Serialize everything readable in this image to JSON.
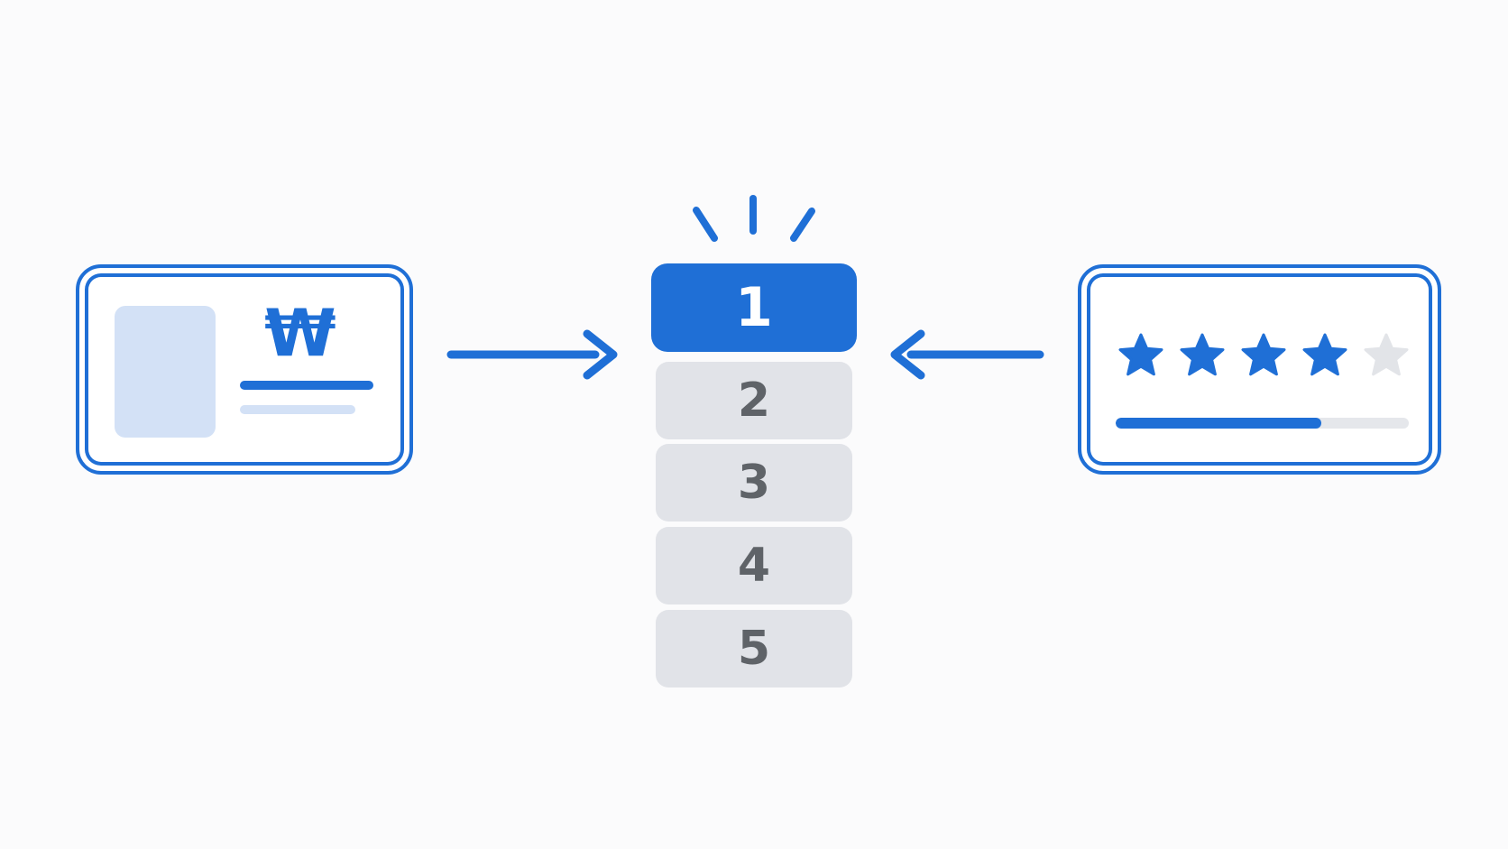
{
  "colors": {
    "accent": "#1f6fd6",
    "accent_light": "#d3e1f6",
    "rank_inactive_bg": "#e1e3e8",
    "rank_inactive_text": "#5f6368",
    "star_empty": "#e2e4e8",
    "track": "#e5e7eb",
    "white": "#ffffff"
  },
  "price_card": {
    "currency_symbol": "₩",
    "thumbnail_icon": "image-placeholder-icon"
  },
  "ranking": {
    "items": [
      "1",
      "2",
      "3",
      "4",
      "5"
    ],
    "highlighted_index": 0,
    "highlight_icon": "burst-lines-icon"
  },
  "rating_card": {
    "stars_total": 5,
    "stars_filled": 4,
    "progress_fraction": 0.7
  },
  "arrows": {
    "left": "arrow-right-icon",
    "right": "arrow-left-icon"
  }
}
